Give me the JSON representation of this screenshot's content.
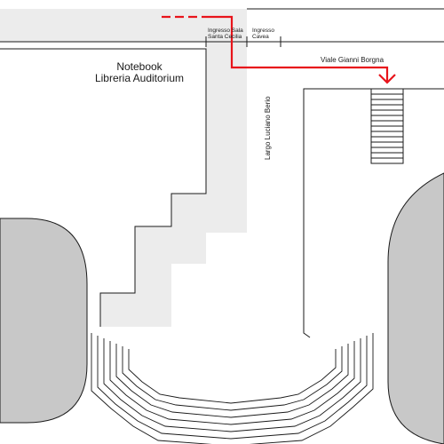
{
  "map": {
    "venue": {
      "name_line1": "Notebook",
      "name_line2": "Libreria Auditorium"
    },
    "entrances": {
      "sala_santa_cecilia": {
        "line1": "Ingresso Sala",
        "line2": "Santa Cecilia"
      },
      "cavea": {
        "line1": "Ingresso",
        "line2": "Cavea"
      }
    },
    "streets": {
      "viale": "Viale Gianni Borgna",
      "largo": "Largo Luciano Berio"
    },
    "colors": {
      "route": "#e8141b",
      "pedestrian_area": "#ececec",
      "building": "#c8c8c8",
      "line": "#1a1a1a",
      "background": "#ffffff"
    },
    "icons": {
      "route_arrow": "chevron-down-icon"
    }
  }
}
